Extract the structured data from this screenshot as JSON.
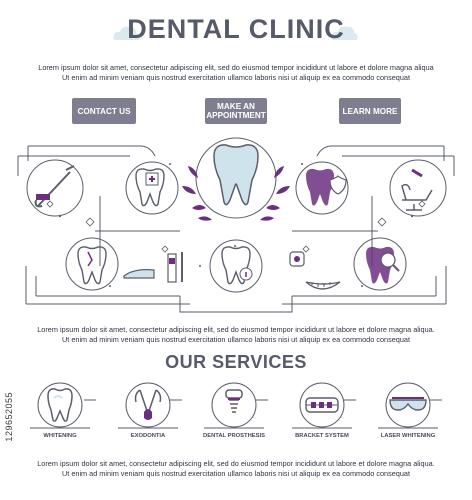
{
  "header": {
    "title": "DENTAL CLINIC",
    "intro_line1": "Lorem ipsum dolor sit amet, consectetur adipiscing elit, sed do eiusmod tempor incididunt ut labore et dolore magna aliqua",
    "intro_line2": "Ut enim ad minim veniam  quis nostrud exercitation ullamco laboris nisi ut aliquip ex ea commodo consequat"
  },
  "buttons": {
    "contact_label": "CONTACT US",
    "appointment_line1": "MAKE AN",
    "appointment_line2": "APPOINTMENT",
    "learn_label": "LEARN MORE"
  },
  "middle": {
    "text_line1": "Lorem ipsum dolor sit amet, consectetur adipiscing elit, sed do eiusmod tempor incididunt ut labore et dolore magna aliqua.",
    "text_line2": "Ut enim ad minim veniam  quis nostrud exercitation ullamco laboris nisi ut aliquip ex ea commodo consequat"
  },
  "services": {
    "title": "OUR SERVICES",
    "items": [
      {
        "label": "WHITENING",
        "icon": "whitening-tooth-icon"
      },
      {
        "label": "EXODONTIA",
        "icon": "extraction-forceps-icon"
      },
      {
        "label": "DENTAL  PROSTHESIS",
        "icon": "implant-icon"
      },
      {
        "label": "BRACKET SYSTEM",
        "icon": "braces-icon"
      },
      {
        "label": "LASER WHITENING",
        "icon": "laser-goggles-icon"
      }
    ]
  },
  "footer": {
    "text_line1": "Lorem ipsum dolor sit amet, consectetur adipiscing elit, sed do eiusmod tempor incididunt ut labore et dolore magna aliqua.",
    "text_line2": "Ut enim ad minim veniam  quis nostrud exercitation ullamco laboris nisi ut aliquip ex ea commodo consequat"
  },
  "stock_id": "129652055",
  "colors": {
    "accent_purple": "#6b2f80",
    "button_gray": "#7f7e91",
    "line_gray": "#5a5d6b",
    "light_blue": "#cfe3ec"
  }
}
